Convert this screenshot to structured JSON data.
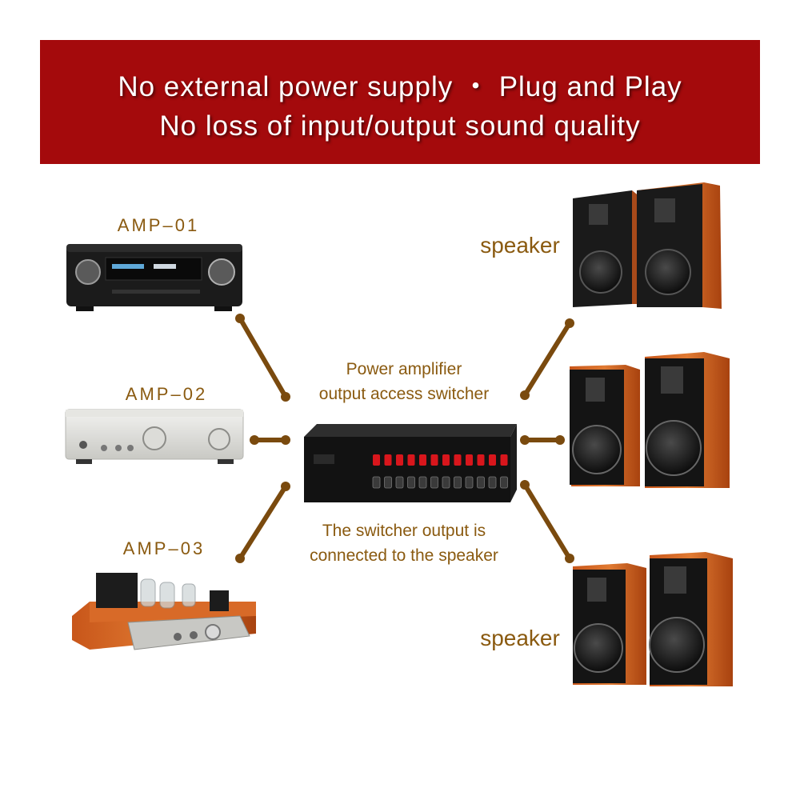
{
  "banner": {
    "line1": "No external power supply  ・  Plug and Play",
    "line2": "No loss of input/output sound quality",
    "background": "#a40a0c",
    "text_color": "#ffffff"
  },
  "amplifiers": [
    {
      "label": "AMP–01"
    },
    {
      "label": "AMP–02"
    },
    {
      "label": "AMP–03"
    }
  ],
  "switcher": {
    "label_line1": "Power amplifier",
    "label_line2": "output access switcher",
    "output_line1": "The switcher output is",
    "output_line2": "connected to the speaker"
  },
  "speakers": [
    {
      "label": "speaker"
    },
    {
      "label": "speaker"
    }
  ],
  "colors": {
    "label": "#8a5a10",
    "connector": "#7a4a0e"
  }
}
